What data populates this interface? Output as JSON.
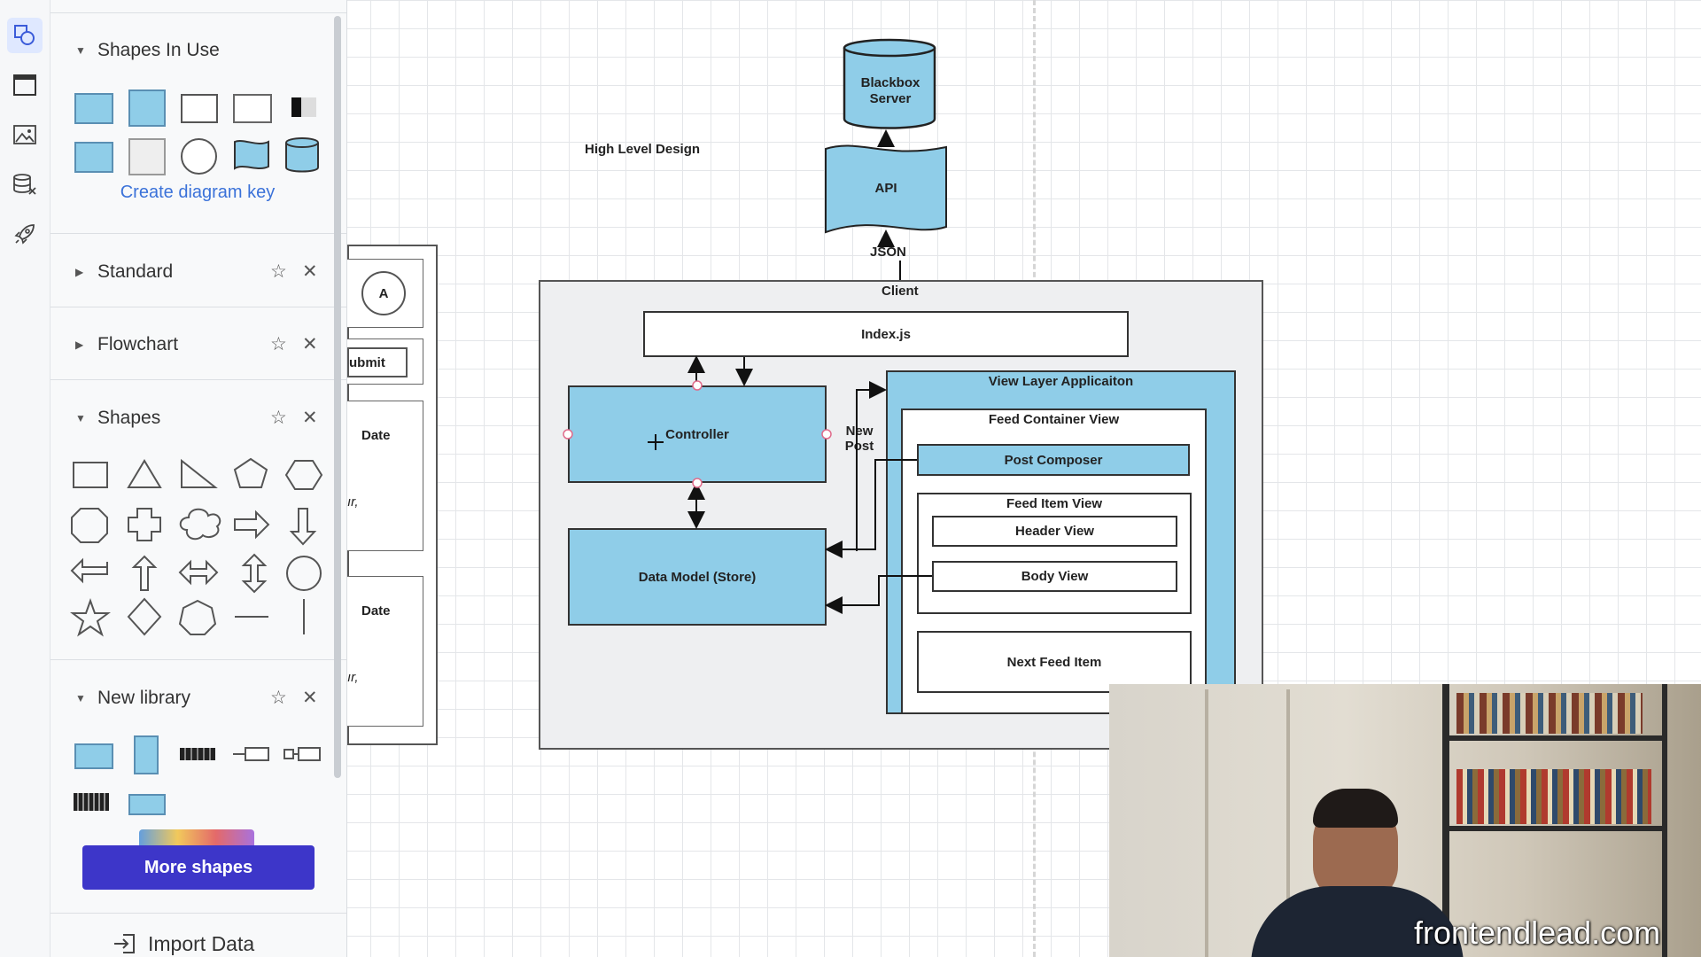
{
  "sidebar_icons": [
    "shapes-icon",
    "page-layout-icon",
    "image-icon",
    "data-icon",
    "rocket-icon"
  ],
  "panel": {
    "sections": {
      "in_use": {
        "title": "Shapes In Use",
        "action": "Create diagram key"
      },
      "standard": {
        "title": "Standard"
      },
      "flowchart": {
        "title": "Flowchart"
      },
      "shapes": {
        "title": "Shapes"
      },
      "library": {
        "title": "New library"
      }
    },
    "more_shapes": "More shapes",
    "import_data": "Import Data"
  },
  "partial_form": {
    "avatar_letter": "A",
    "submit_text": "ubmit",
    "date_label_1": "Date",
    "note_text_1": "ır,",
    "date_label_2": "Date",
    "note_text_2": "ır,"
  },
  "diagram": {
    "title": "High Level Design",
    "server": "Blackbox Server",
    "api": "API",
    "json_label": "JSON",
    "client": "Client",
    "index_js": "Index.js",
    "controller": "Controller",
    "data_model": "Data Model (Store)",
    "new_post": "New Post",
    "view_layer": "View Layer Applicaiton",
    "feed_container": "Feed Container View",
    "post_composer": "Post Composer",
    "feed_item": "Feed Item View",
    "header_view": "Header View",
    "body_view": "Body View",
    "next_feed_item": "Next Feed Item"
  },
  "colors": {
    "shape_fill": "#8fcde8",
    "client_bg": "#eeeff1",
    "accent": "#3d36c9",
    "link": "#3b72d9"
  },
  "watermark": "frontendlead.com"
}
